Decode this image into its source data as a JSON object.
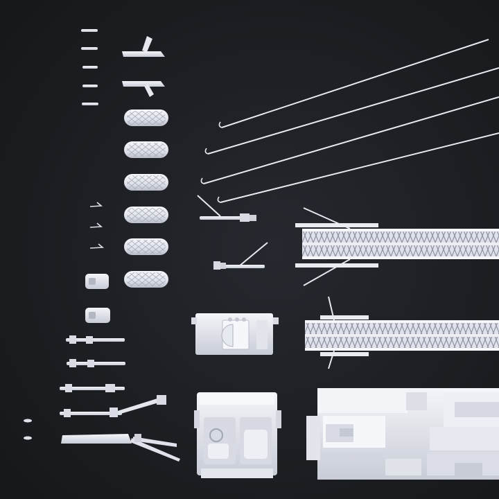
{
  "scene": {
    "background": "#1c1e22",
    "part_color": "#eef0f6",
    "part_shade": "#c9ccd6",
    "part_dark": "#9a9eab",
    "ambient_glow": "#25282e"
  },
  "groups": {
    "small_clips": "small-clip",
    "mirrors": "side-mirror",
    "tires": "tire",
    "cables": "cable-rod",
    "ladder_sections": "aerial-ladder-section",
    "chassis": "truck-chassis",
    "cab": "truck-cab",
    "pump_panel": "pump-panel-box",
    "outriggers": "outrigger-arm",
    "brackets": "bracket-piece"
  }
}
